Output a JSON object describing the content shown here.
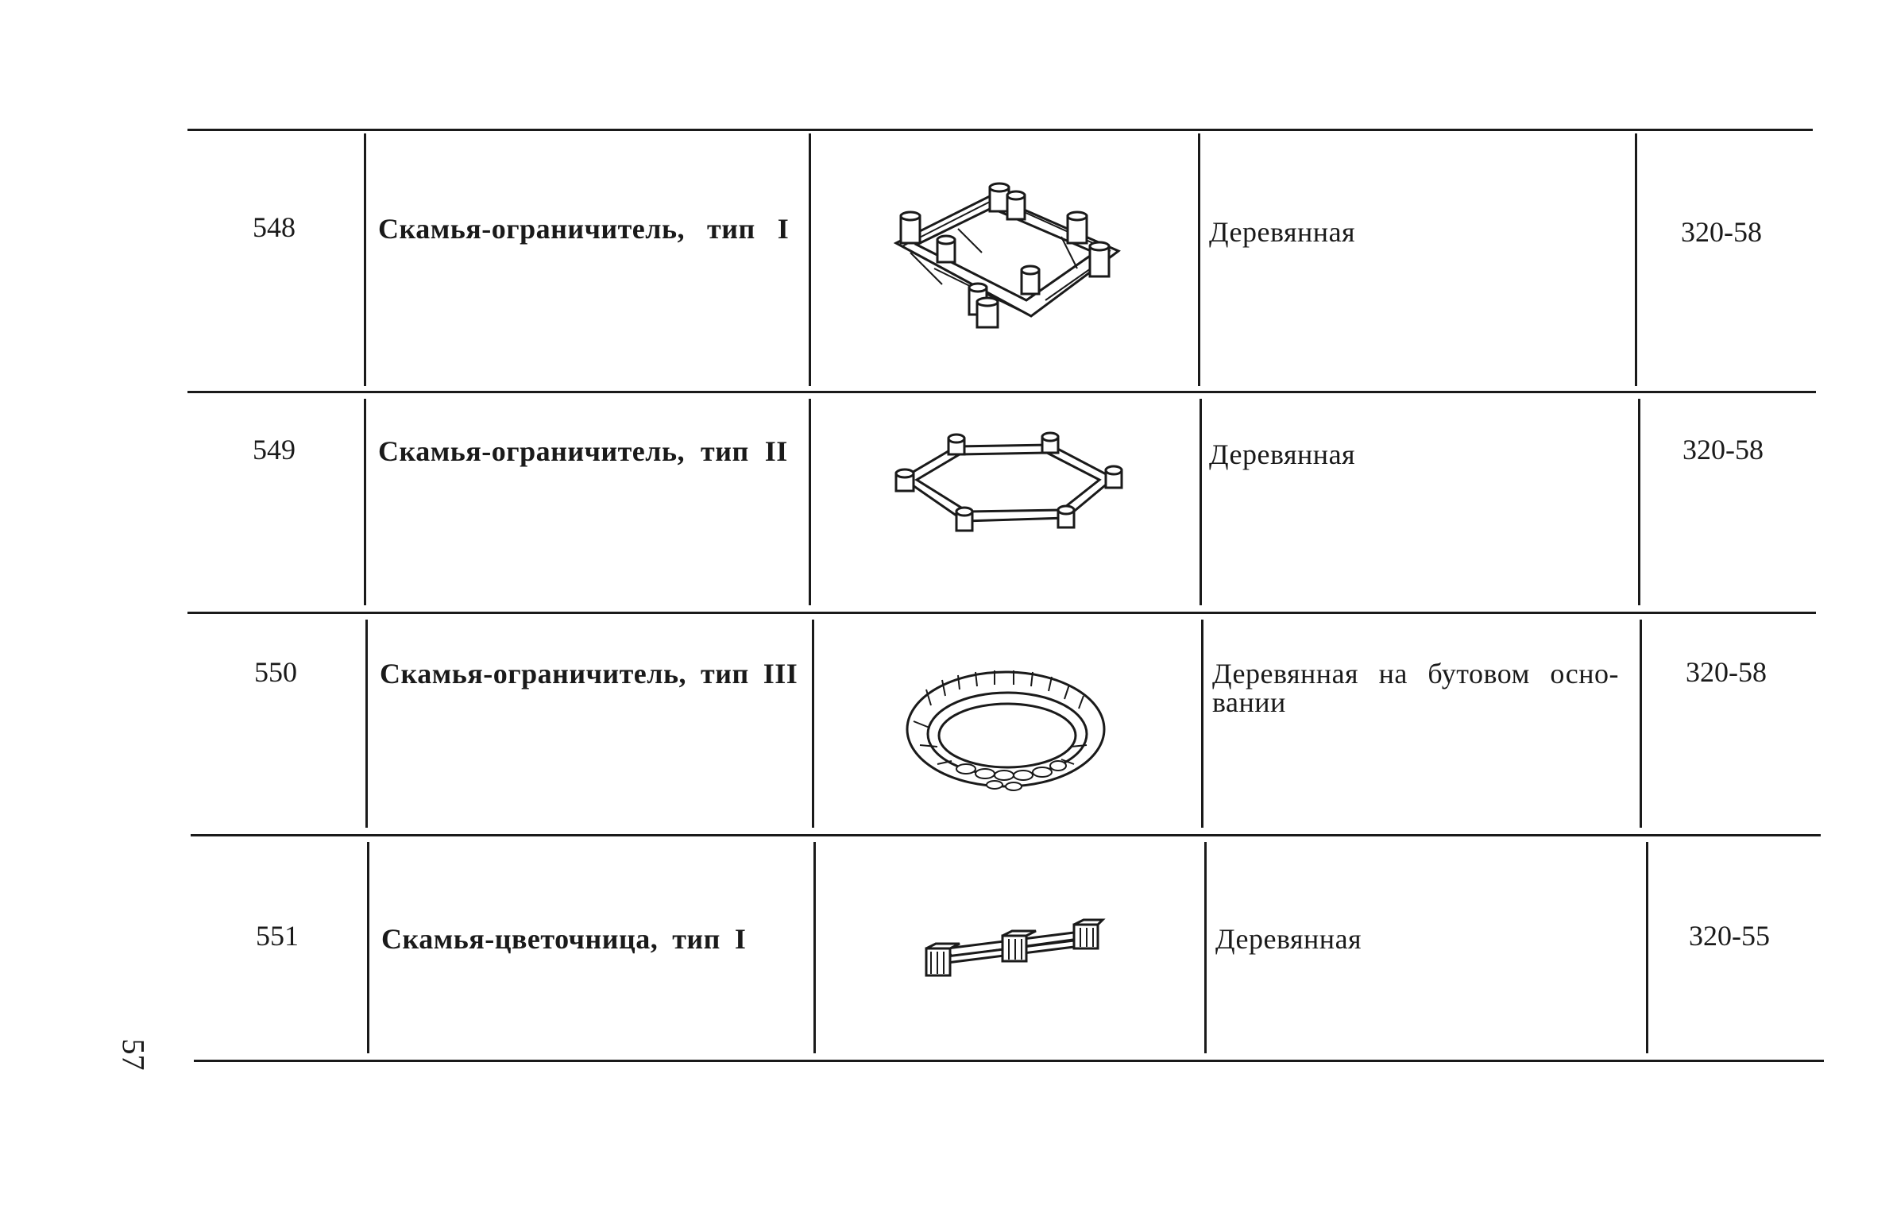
{
  "page_number": "57",
  "rows": [
    {
      "number": "548",
      "name_main": "Скамья-ограничитель,",
      "name_type": "тип",
      "name_roman": "I",
      "material_lines": [
        "Деревянная"
      ],
      "code": "320-58",
      "illustration": "square-log-bench-icon"
    },
    {
      "number": "549",
      "name_main": "Скамья-ограничитель,",
      "name_type": "тип",
      "name_roman": "II",
      "material_lines": [
        "Деревянная"
      ],
      "code": "320-58",
      "illustration": "hexagonal-bench-icon"
    },
    {
      "number": "550",
      "name_main": "Скамья-ограничитель,",
      "name_type": "тип",
      "name_roman": "III",
      "material_lines": [
        "Деревянная на бутовом осно-",
        "вании"
      ],
      "code": "320-58",
      "illustration": "oval-stone-bench-icon"
    },
    {
      "number": "551",
      "name_main": "Скамья-цветочница,",
      "name_type": "тип",
      "name_roman": "I",
      "material_lines": [
        "Деревянная"
      ],
      "code": "320-55",
      "illustration": "flower-box-bench-icon"
    }
  ]
}
